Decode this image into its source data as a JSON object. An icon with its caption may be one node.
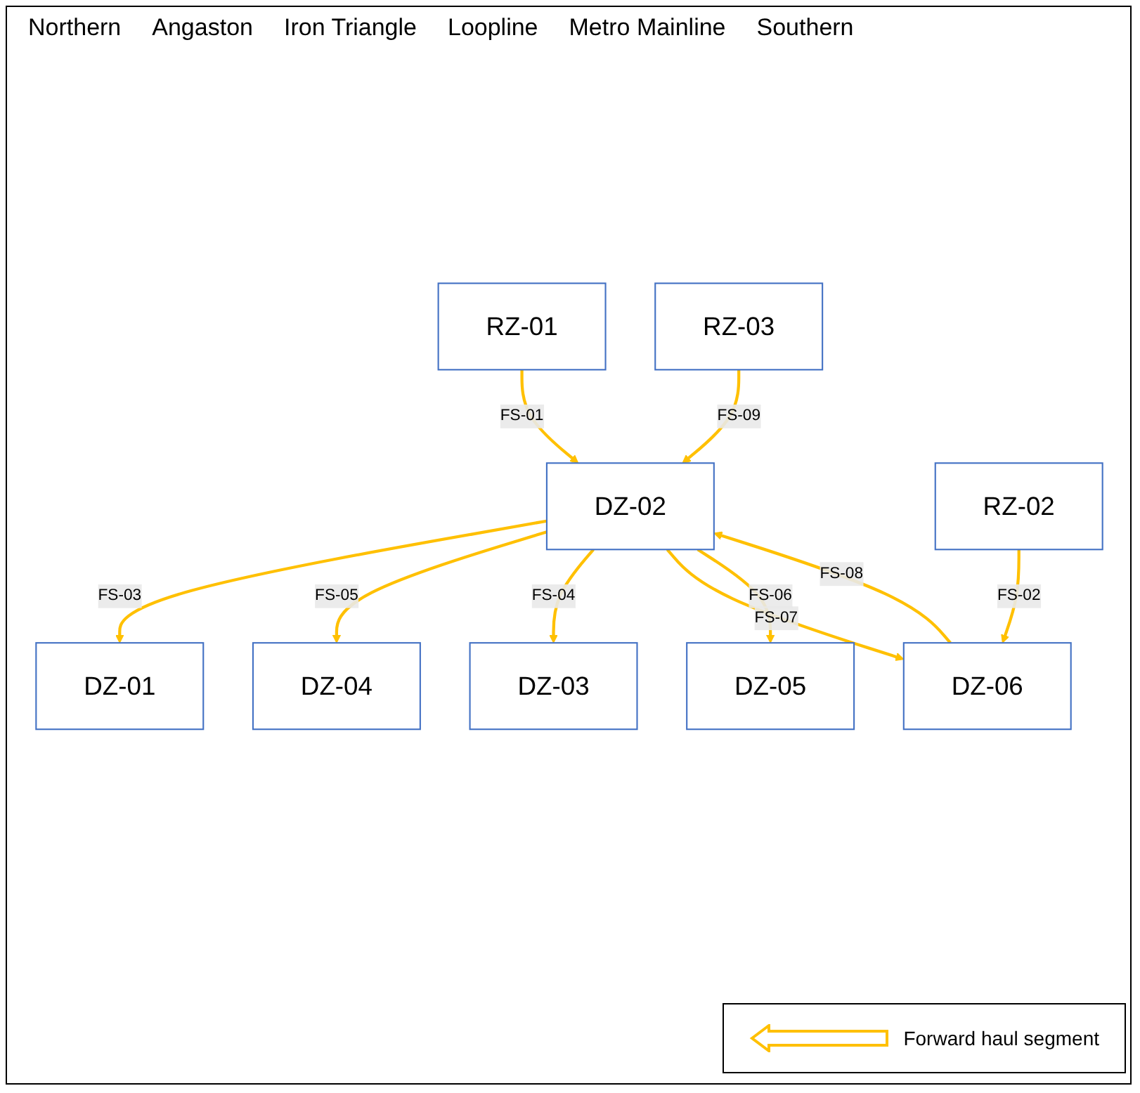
{
  "diagram": {
    "nodes": [
      {
        "text": [
          "RZ-01"
        ]
      },
      {
        "text": [
          "DZ-01"
        ]
      },
      {
        "text": [
          "DZ-04"
        ]
      },
      {
        "text": [
          "DZ-02"
        ]
      },
      {
        "text": [
          "DZ-03"
        ]
      },
      {
        "text": [
          "DZ-06"
        ]
      },
      {
        "text": [
          "DZ-05"
        ]
      },
      {
        "text": [
          "RZ-03"
        ]
      },
      {
        "text": [
          "RZ-02"
        ]
      }
    ],
    "edges": [
      {
        "from": 0,
        "to": 3,
        "arrow": "to",
        "label": "FS-01"
      },
      {
        "from": 3,
        "to": 1,
        "arrow": "to",
        "label": "FS-03"
      },
      {
        "from": 3,
        "to": 2,
        "arrow": "to",
        "label": "FS-05"
      },
      {
        "from": 3,
        "to": 4,
        "arrow": "to",
        "label": "FS-04"
      },
      {
        "from": 5,
        "to": 3,
        "arrow": "to",
        "label": "FS-08"
      },
      {
        "from": 3,
        "to": 5,
        "arrow": "to",
        "label": "FS-07"
      },
      {
        "from": 3,
        "to": 6,
        "arrow": "to",
        "label": "FS-06"
      },
      {
        "from": 7,
        "to": 3,
        "arrow": "to",
        "label": "FS-09"
      },
      {
        "from": 8,
        "to": 5,
        "arrow": "to",
        "label": "FS-02"
      }
    ],
    "labels": [
      "Northern",
      "Angaston",
      "Iron Triangle",
      "Loopline",
      "Metro Mainline",
      "Southern"
    ],
    "legend": [
      {
        "text": "Forward haul segment"
      }
    ]
  }
}
